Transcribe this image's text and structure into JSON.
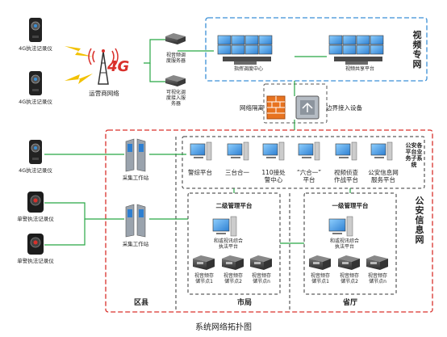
{
  "colors": {
    "red": "#d9302b",
    "blue": "#3a8fd6",
    "green": "#28a745",
    "yellow": "#f2c100",
    "orange": "#e8731f"
  },
  "devices": {
    "recorder_4g_1": "4G执法记录仪",
    "recorder_4g_2": "4G执法记录仪",
    "recorder_4g_3": "4G执法记录仪",
    "recorder_single_1": "单警执法记录仪",
    "recorder_single_2": "单警执法记录仪"
  },
  "carrier": {
    "badge": "4G",
    "label": "运营商网络"
  },
  "servers": {
    "dispatch": [
      "视音频调",
      "度服务器"
    ],
    "access": [
      "可视化调",
      "度接入服",
      "务器"
    ]
  },
  "video_net": {
    "title": "视频专网",
    "command_center": "指挥调度中心",
    "share_platform": "视频共享平台"
  },
  "isolation": {
    "label": "网络隔离",
    "border_device": "边界接入设备"
  },
  "public_net": {
    "title": "公安信息网",
    "platforms_title": "公安各平台业务子系统",
    "platforms": [
      {
        "l1": "警综平台",
        "l2": ""
      },
      {
        "l1": "三台合一",
        "l2": ""
      },
      {
        "l1": "110接处",
        "l2": "警中心"
      },
      {
        "l1": "“六合一”",
        "l2": "平台"
      },
      {
        "l1": "视频侦查",
        "l2": "作战平台"
      },
      {
        "l1": "公安信息网",
        "l2": "服务平台"
      }
    ]
  },
  "workstation": {
    "label1": "采集工作站",
    "label2": "采集工作站"
  },
  "level2": {
    "title": "二级管理平台",
    "platform": [
      "和或视讯综合",
      "执法平台"
    ],
    "nodes": [
      [
        "视音频存",
        "储节点1"
      ],
      [
        "视音频存",
        "储节点2"
      ],
      [
        "视音频存",
        "储节点n"
      ]
    ]
  },
  "level1": {
    "title": "一级管理平台",
    "platform": [
      "和或视讯综合",
      "执法平台"
    ],
    "nodes": [
      [
        "视音频存",
        "储节点1"
      ],
      [
        "视音频存",
        "储节点2"
      ],
      [
        "视音频存",
        "储节点n"
      ]
    ]
  },
  "regions": {
    "county": "区县",
    "city": "市局",
    "province": "省厅"
  },
  "caption": "系统网络拓扑图"
}
